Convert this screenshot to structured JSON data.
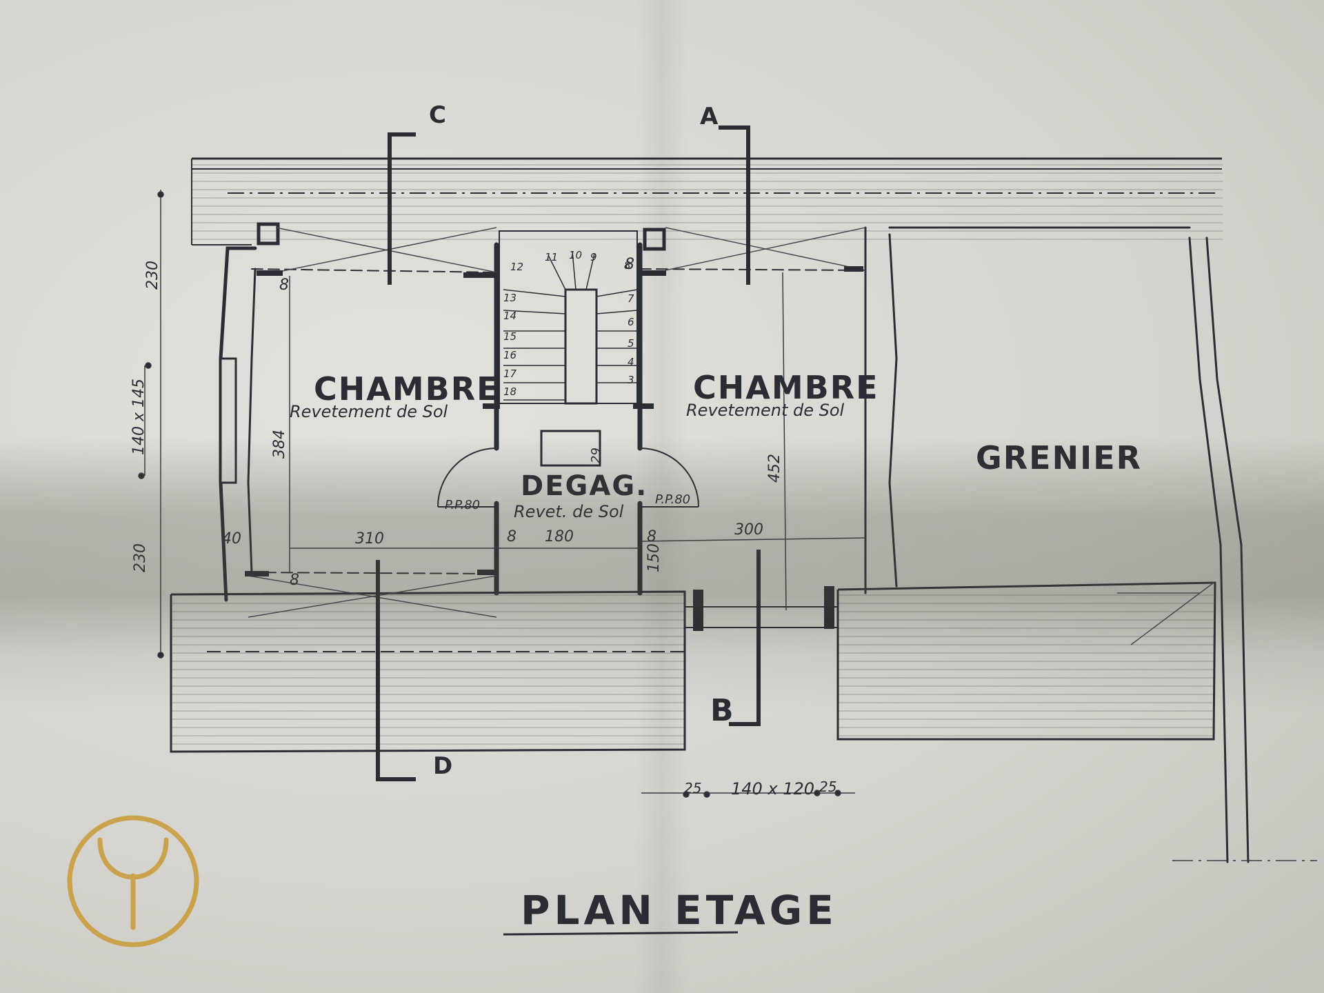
{
  "rooms": {
    "left_name": "CHAMBRE",
    "left_note": "Revetement de Sol",
    "right_name": "CHAMBRE",
    "right_note": "Revetement de Sol",
    "attic_name": "GRENIER",
    "hall_name": "DEGAG.",
    "hall_note": "Revet. de Sol"
  },
  "dimensions": {
    "d230_top": "230",
    "d140_145": "140 x 145",
    "d230_bottom": "230",
    "d384": "384",
    "d452": "452",
    "d310": "310",
    "d180": "180",
    "d300": "300",
    "d40": "40",
    "d8_a": "8",
    "d8_b": "8",
    "d8_c": "8",
    "d8_d": "8",
    "d8_e": "8",
    "d150": "150",
    "d29": "29",
    "door_left": "P.P.80",
    "door_right": "P.P.80",
    "d25_left": "25",
    "d140x120": "140 x 120",
    "d25_right": "25"
  },
  "stairs": {
    "steps": [
      "12",
      "13",
      "14",
      "15",
      "16",
      "17",
      "18",
      "11",
      "10",
      "9",
      "8",
      "7",
      "6",
      "5",
      "4",
      "3"
    ]
  },
  "sections": {
    "a": "A",
    "b": "B",
    "c": "C",
    "d": "D"
  },
  "title": "PLAN ETAGE",
  "colors": {
    "ink": "#2c2c34",
    "paper": "#dcdbd5",
    "logo": "#c9a24b"
  },
  "logo_icon": "y-circle-logo"
}
